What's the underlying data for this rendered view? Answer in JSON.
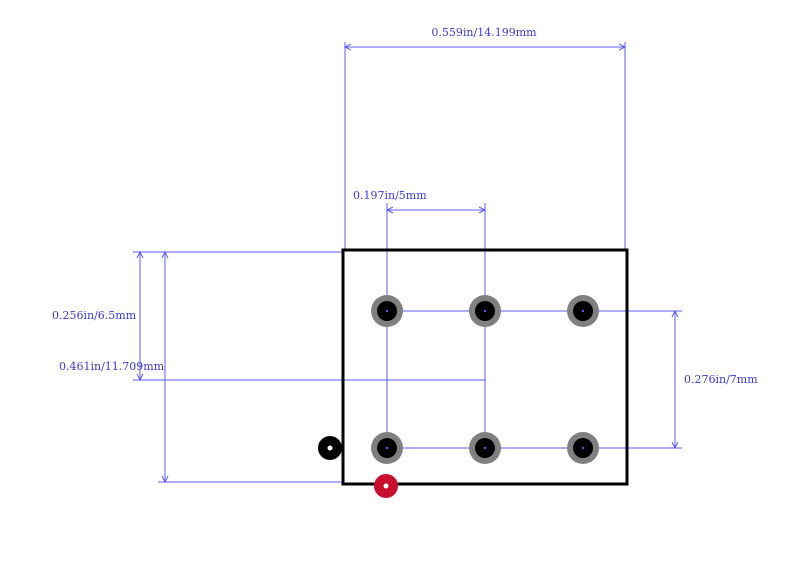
{
  "dimensions": {
    "overall_width": "0.559in/14.199mm",
    "pin_pitch_x": "0.197in/5mm",
    "row_offset": "0.256in/6.5mm",
    "overall_height": "0.461in/11.709mm",
    "pin_pitch_y": "0.276in/7mm"
  },
  "pads": [
    {
      "id": "pad-1",
      "row": "top",
      "col": 1
    },
    {
      "id": "pad-2",
      "row": "top",
      "col": 2
    },
    {
      "id": "pad-3",
      "row": "top",
      "col": 3
    },
    {
      "id": "pad-4",
      "row": "bottom",
      "col": 1
    },
    {
      "id": "pad-5",
      "row": "bottom",
      "col": 2
    },
    {
      "id": "pad-6",
      "row": "bottom",
      "col": 3
    }
  ],
  "colors": {
    "dimension": "#5b5bf0",
    "outline": "#000000",
    "pad_ring": "#808080",
    "pad_hole": "#000000",
    "marker_red": "#c8102e"
  }
}
